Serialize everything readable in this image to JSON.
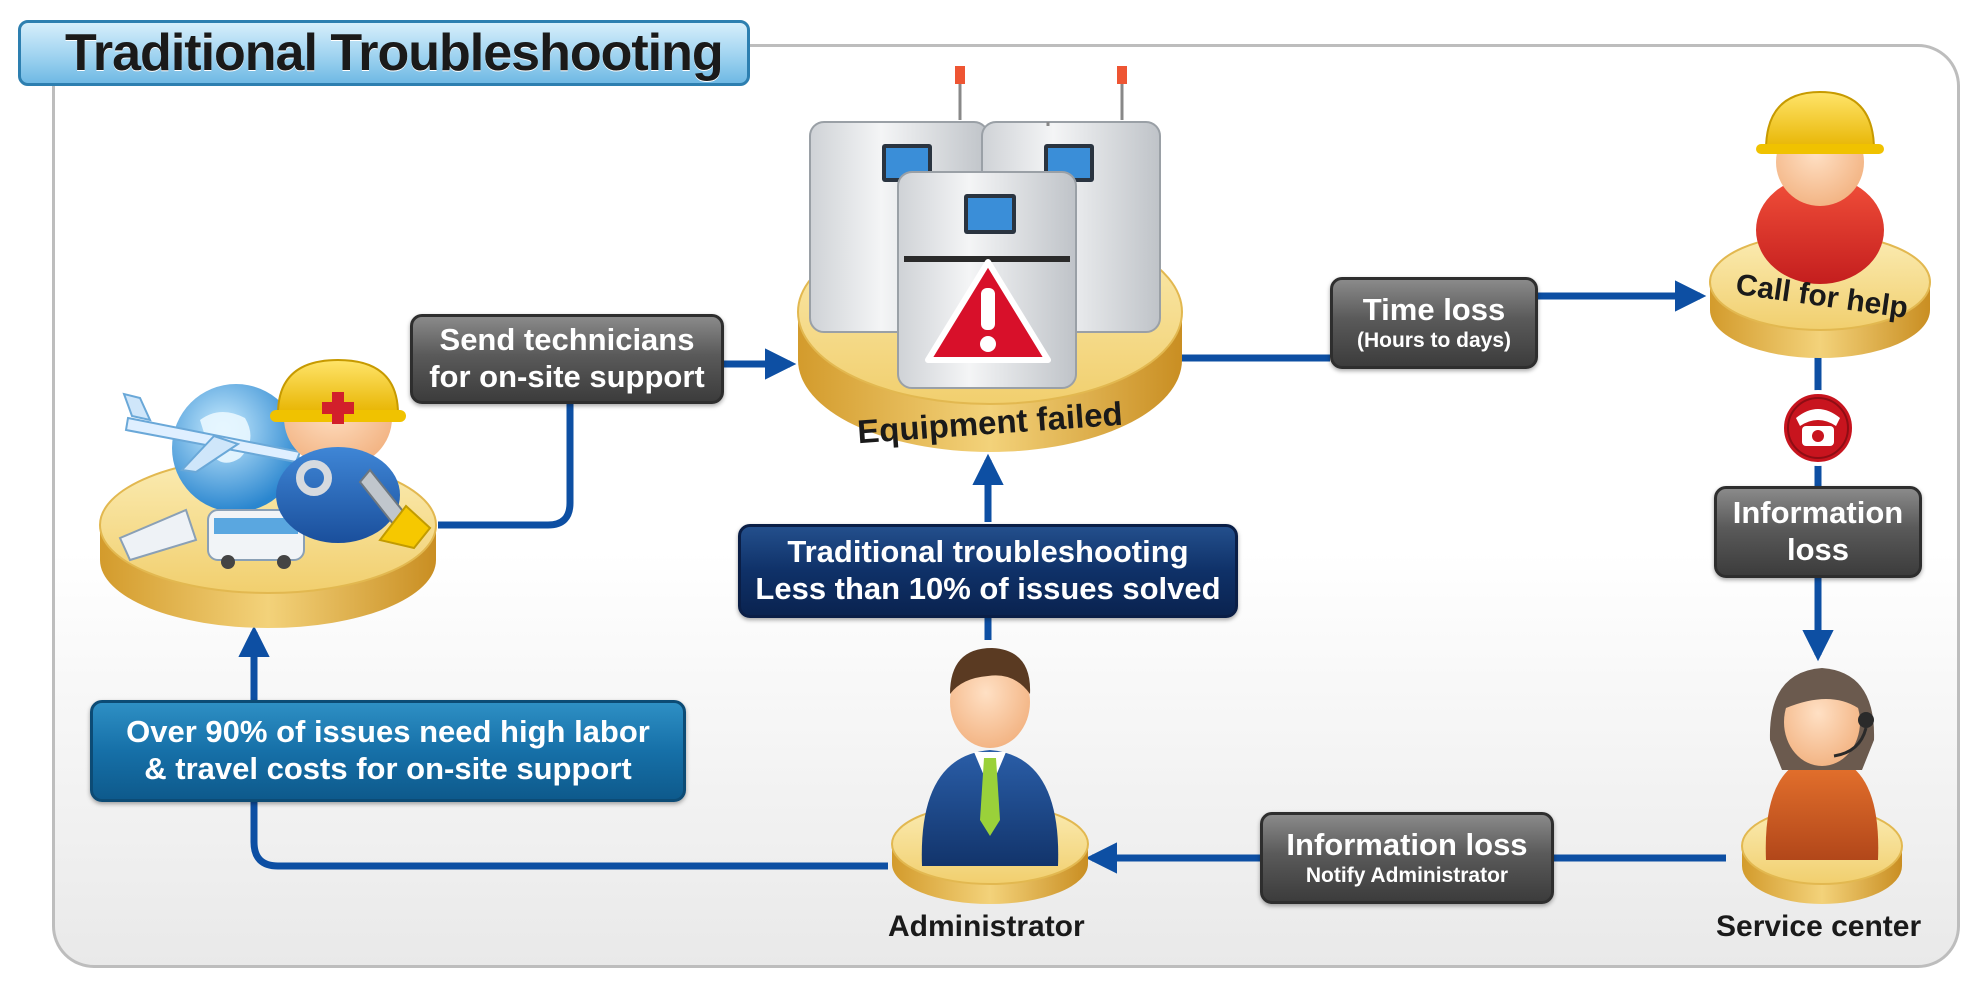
{
  "title": "Traditional Troubleshooting",
  "nodes": {
    "equipment": "Equipment failed",
    "call": "Call for help",
    "administrator": "Administrator",
    "service_center": "Service center"
  },
  "boxes": {
    "send_technicians": {
      "line1": "Send technicians",
      "line2": "for on-site support"
    },
    "time_loss": {
      "line1": "Time loss",
      "line2": "(Hours to days)"
    },
    "info_loss_right": {
      "line1": "Information",
      "line2": "loss"
    },
    "traditional": {
      "line1": "Traditional troubleshooting",
      "line2": "Less than 10% of issues solved"
    },
    "info_loss_bottom": {
      "line1": "Information loss",
      "line2": "Notify Administrator"
    },
    "over90": {
      "line1": "Over 90% of issues need high labor",
      "line2": "& travel costs for on-site support"
    }
  },
  "icons": [
    "technician-travel-icon",
    "machines-icon",
    "warning-icon",
    "worker-icon",
    "phone-icon",
    "operator-icon",
    "businessman-icon"
  ],
  "colors": {
    "arrow": "#0d4fa3",
    "platform_top": "#f4d98a",
    "platform_side": "#d9a93a",
    "warning": "#d8102a"
  }
}
